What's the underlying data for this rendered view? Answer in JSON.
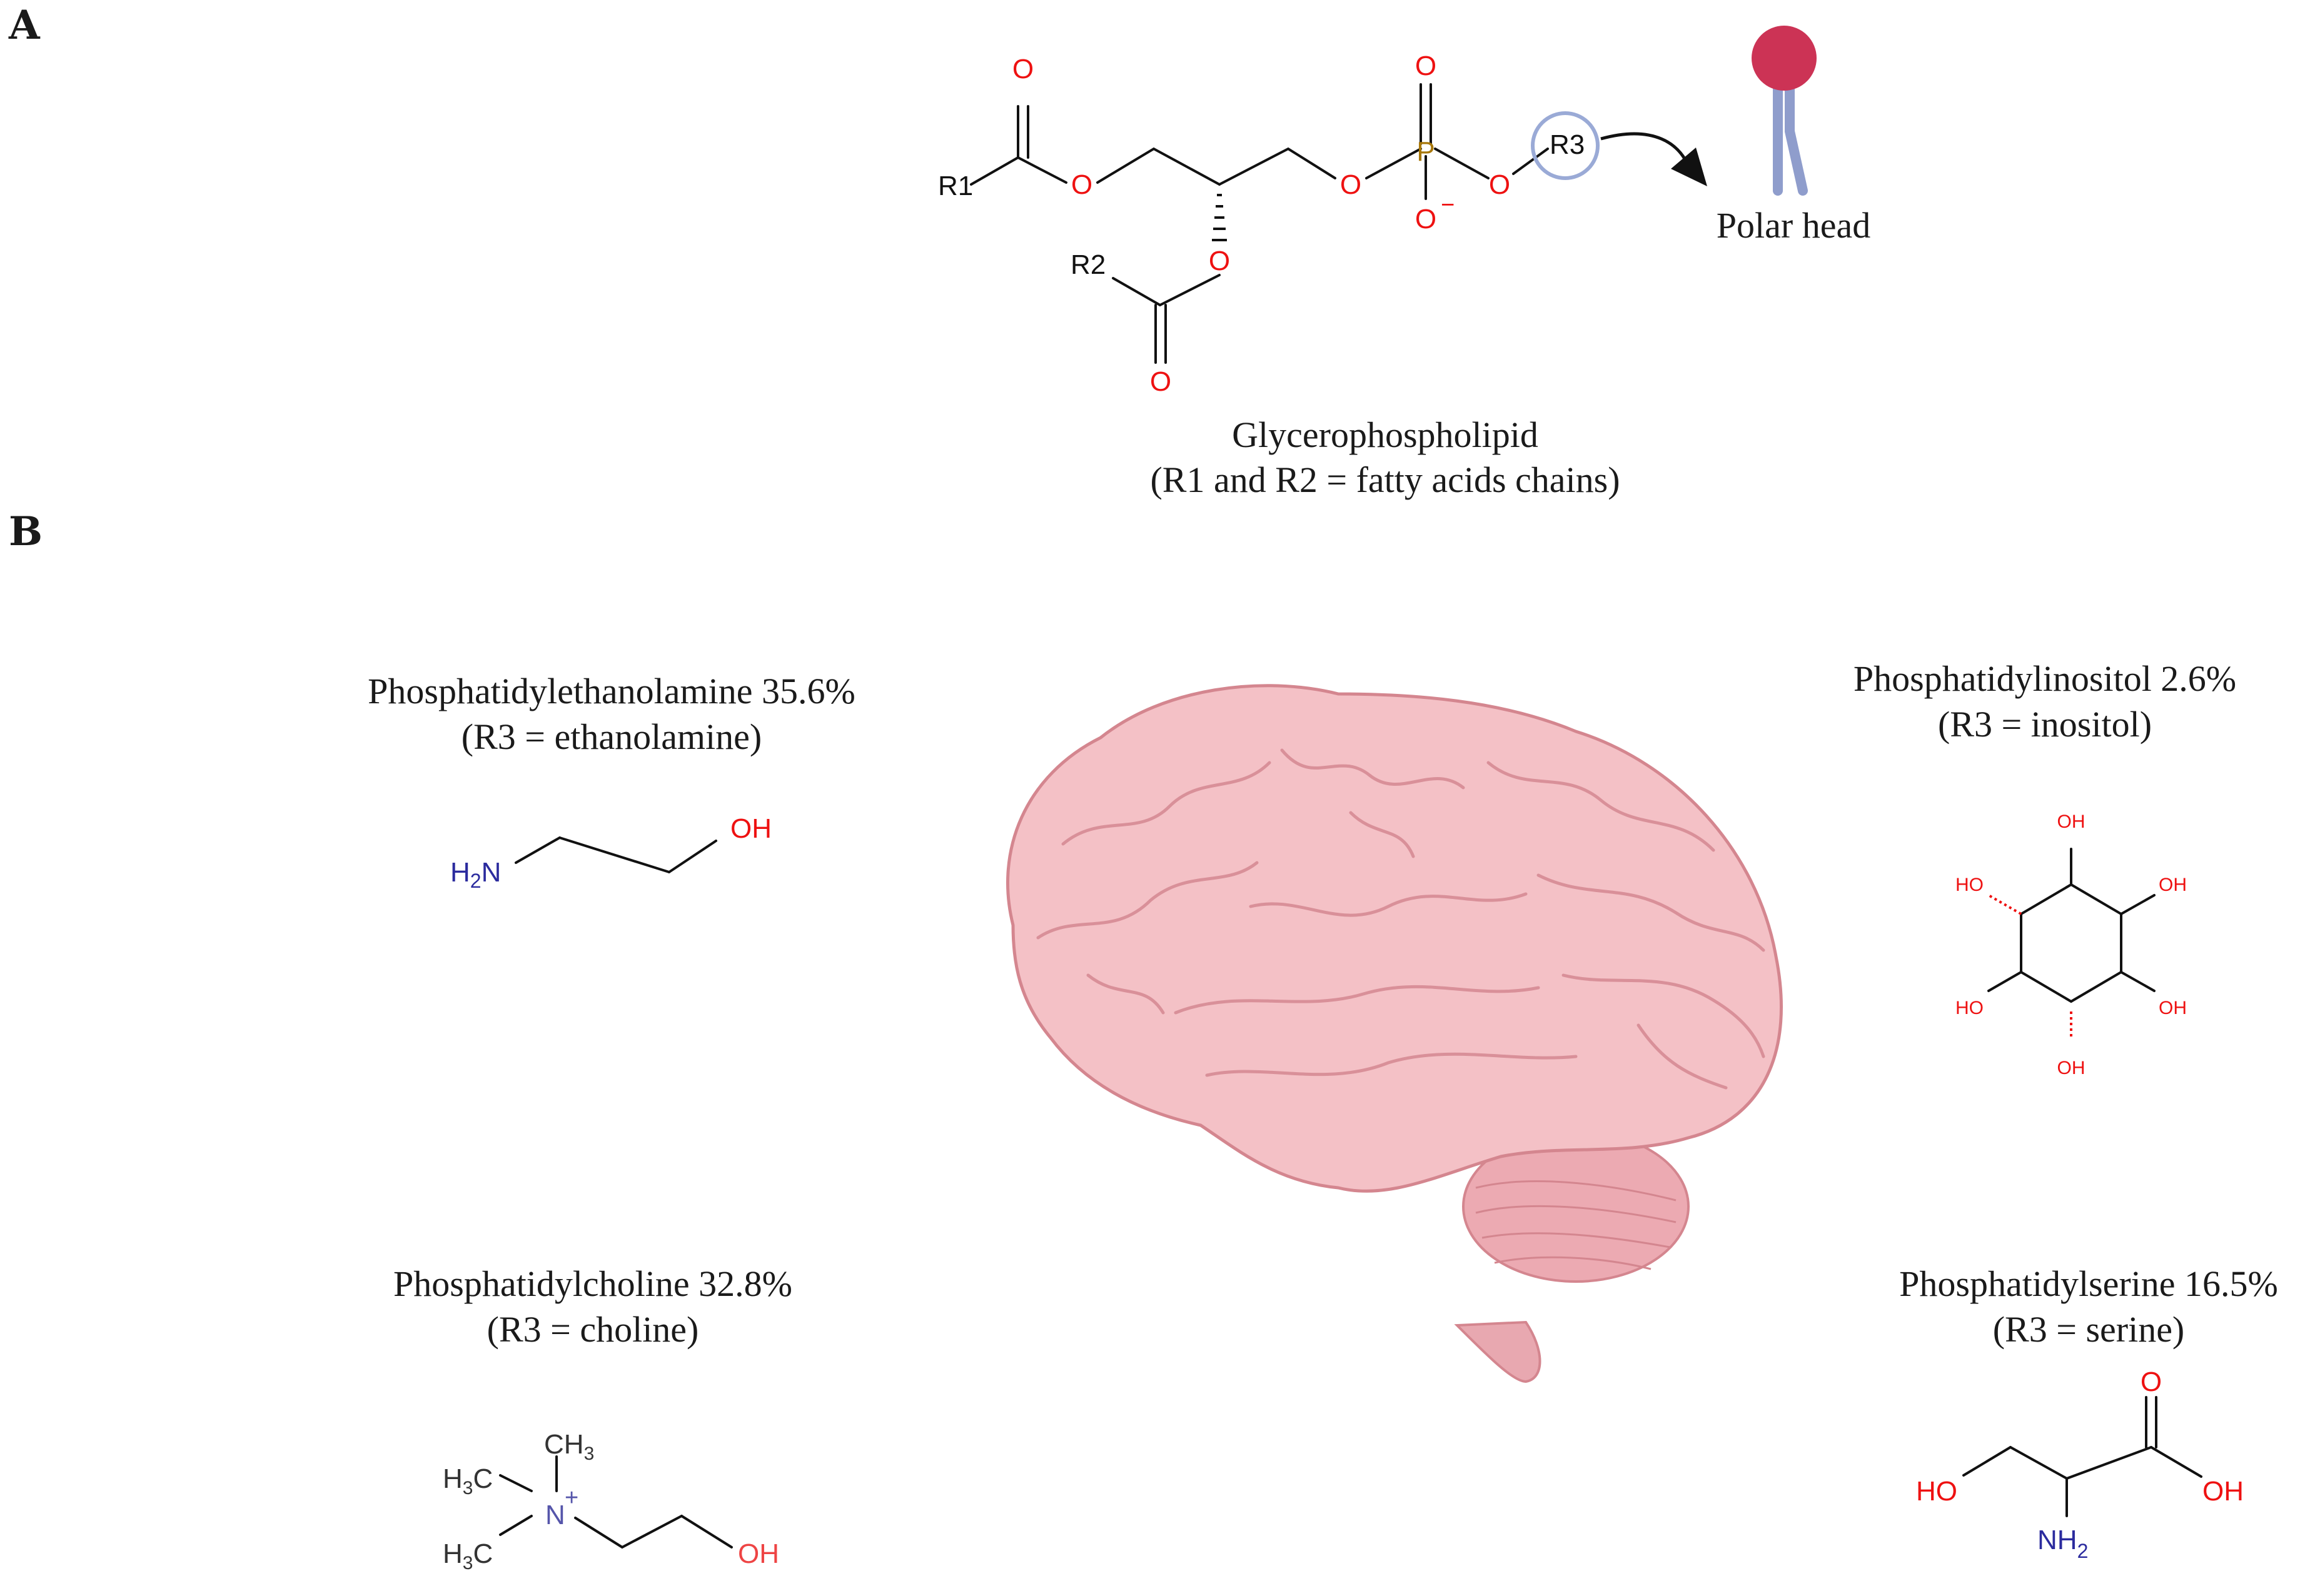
{
  "colors": {
    "oxygen": "#ee1111",
    "nitrogen": "#2b2b9e",
    "phosphorus": "#a8780a",
    "bond": "#111111",
    "head": "#cc3355",
    "tail": "#8f9dcc",
    "brain": "#f0b7bd"
  },
  "panel_a": {
    "label": "A",
    "atoms": {
      "o": "O",
      "o_minus": "O",
      "minus": "−",
      "p": "P",
      "r1": "R1",
      "r2": "R2",
      "r3": "R3"
    },
    "polar_head_label": "Polar head",
    "caption_line1": "Glycerophospholipid",
    "caption_line2": "(R1 and R2 = fatty acids chains)"
  },
  "panel_b": {
    "label": "B",
    "pe": {
      "name": "Phosphatidylethanolamine 35.6%",
      "r3": "(R3 = ethanolamine)",
      "atoms": {
        "h2n": "H",
        "h2n_sub": "2",
        "n": "N",
        "oh": "OH"
      }
    },
    "pi": {
      "name": "Phosphatidylinositol 2.6%",
      "r3": "(R3 = inositol)",
      "atoms": {
        "oh": "OH",
        "ho": "HO"
      }
    },
    "pc": {
      "name": "Phosphatidylcholine 32.8%",
      "r3": "(R3 = choline)",
      "atoms": {
        "ch3_c": "CH",
        "ch3_sub": "3",
        "h3c_h": "H",
        "h3c_c": "C",
        "n": "N",
        "plus": "+",
        "oh": "OH"
      }
    },
    "ps": {
      "name": "Phosphatidylserine 16.5%",
      "r3": "(R3 = serine)",
      "atoms": {
        "o": "O",
        "oh": "OH",
        "ho": "HO",
        "nh": "NH",
        "nh_sub": "2"
      }
    },
    "brain_icon": "brain-icon"
  }
}
